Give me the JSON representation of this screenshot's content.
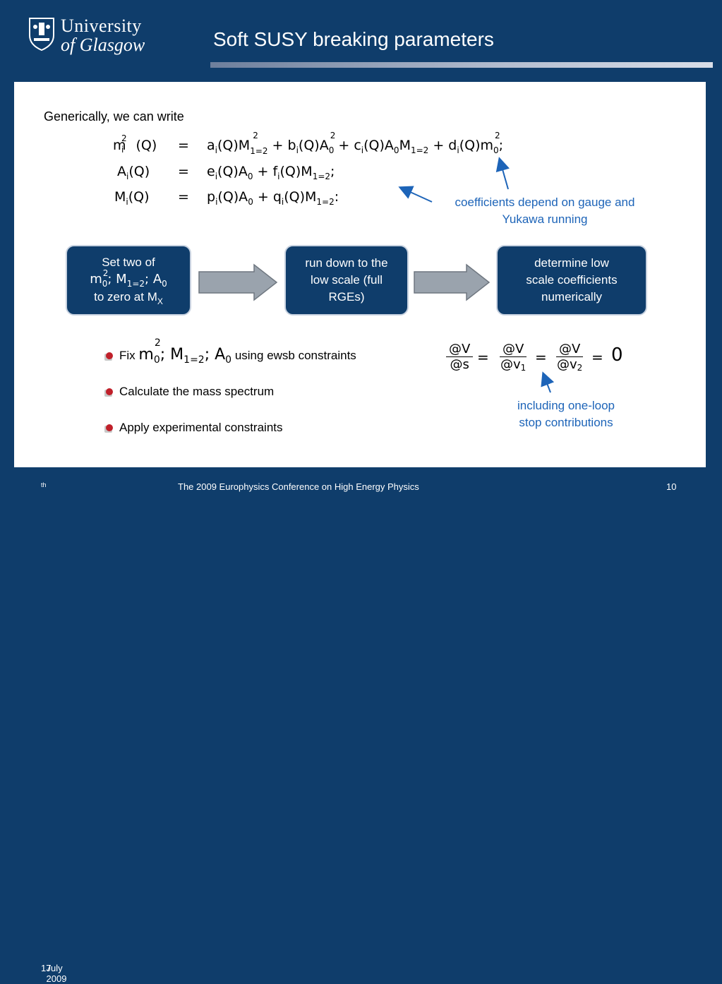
{
  "logo": {
    "line1": "University",
    "line2": "of Glasgow"
  },
  "title": "Soft SUSY breaking parameters",
  "intro": "Generically, we can write",
  "equations": {
    "row1": {
      "lhs": "m",
      "lhs_sup": "2",
      "lhs_sub": "i",
      "lhs_arg": "(Q)",
      "eq": "=",
      "rhs": "a(Q)M² + b(Q)A² + c(Q)AM + d(Q)m²;"
    },
    "row2": {
      "lhs": "A",
      "lhs_sub": "i",
      "lhs_arg": "(Q)",
      "eq": "=",
      "rhs": "e(Q)A + f(Q)M;"
    },
    "row3": {
      "lhs": "M",
      "lhs_sub": "i",
      "lhs_arg": "(Q)",
      "eq": "=",
      "rhs": "p(Q)A + q(Q)M:"
    }
  },
  "annotation_coeff": {
    "line1": "coefficients depend on gauge and",
    "line2": "Yukawa running"
  },
  "boxes": {
    "box1": {
      "line1": "Set two of",
      "line3": "to zero at M"
    },
    "box2": {
      "line1": "run down to the",
      "line2": "low scale (full",
      "line3": "RGEs)"
    },
    "box3": {
      "line1": "determine low",
      "line2": "scale coefficients",
      "line3": "numerically"
    }
  },
  "bullets": {
    "b1_prefix": "Fix",
    "b1_suffix": "using ewsb constraints",
    "b2": "Calculate the mass spectrum",
    "b3": "Apply experimental constraints"
  },
  "ewsb_eq": {
    "zero": "0"
  },
  "annotation_loop": {
    "line1": "including one-loop",
    "line2": "stop contributions"
  },
  "footer": {
    "date_day": "17",
    "date_sup": "th",
    "date_rest": " July 2009",
    "conference": "The 2009 Europhysics Conference on High Energy Physics",
    "page": "10"
  },
  "colors": {
    "background": "#0f3d6b",
    "accent_text": "#1d64b8",
    "bullet": "#c0202a",
    "arrow_fill": "#9aa3ad"
  }
}
